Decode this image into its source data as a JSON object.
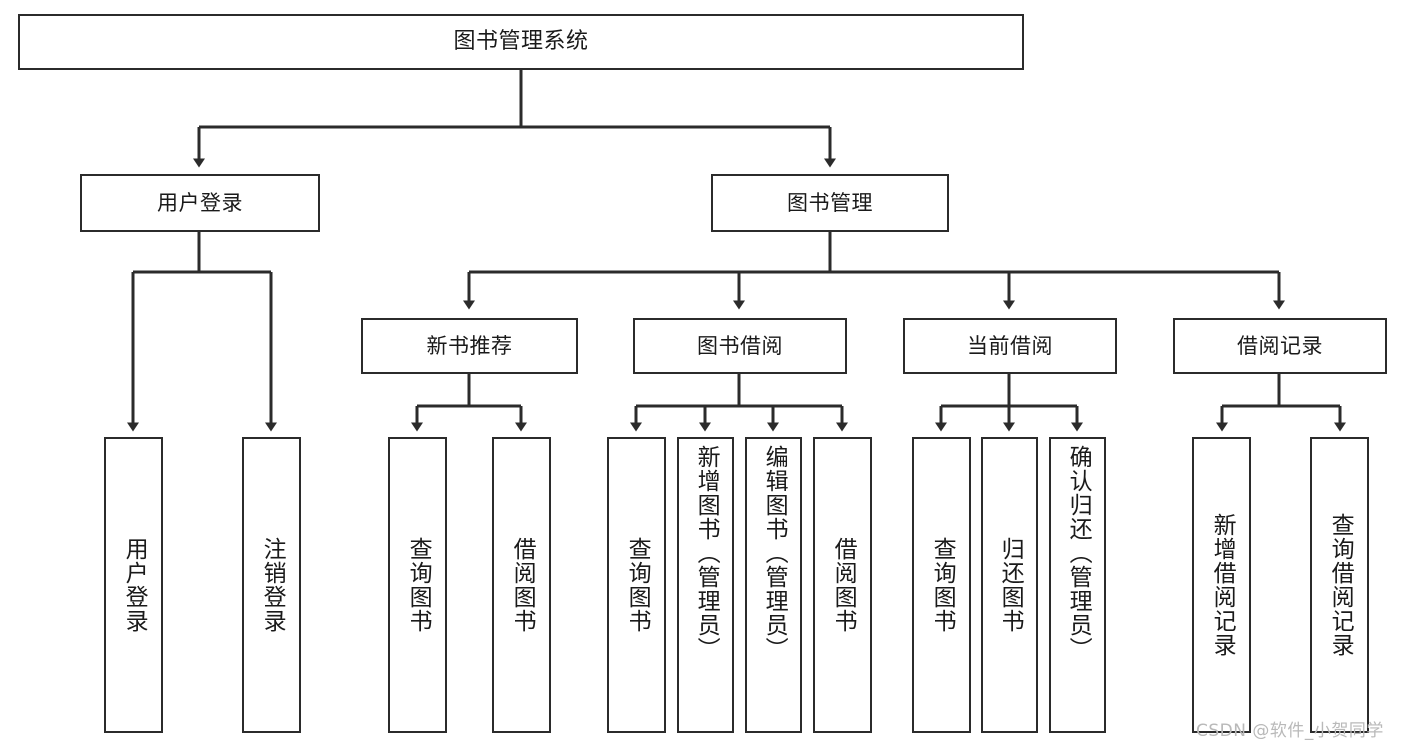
{
  "diagram": {
    "type": "tree-hierarchy",
    "title": "图书管理系统",
    "watermark": "CSDN @软件_小贺同学",
    "colors": {
      "background": "#ffffff",
      "border": "#2b2b2b",
      "text": "#1a1a1a",
      "connector": "#2b2b2b",
      "watermark": "#b9b9b9"
    },
    "root": {
      "label": "图书管理系统"
    },
    "level2": [
      {
        "id": "user-login",
        "label": "用户登录"
      },
      {
        "id": "book-management",
        "label": "图书管理"
      }
    ],
    "level3": [
      {
        "id": "new-book-recommend",
        "label": "新书推荐",
        "parent": "book-management"
      },
      {
        "id": "book-borrow",
        "label": "图书借阅",
        "parent": "book-management"
      },
      {
        "id": "current-borrow",
        "label": "当前借阅",
        "parent": "book-management"
      },
      {
        "id": "borrow-record",
        "label": "借阅记录",
        "parent": "book-management"
      }
    ],
    "leaves": {
      "user-login": [
        {
          "id": "leaf-user-login",
          "label": "用户登录"
        },
        {
          "id": "leaf-logout",
          "label": "注销登录"
        }
      ],
      "new-book-recommend": [
        {
          "id": "leaf-query-book-1",
          "label": "查询图书"
        },
        {
          "id": "leaf-borrow-book-1",
          "label": "借阅图书"
        }
      ],
      "book-borrow": [
        {
          "id": "leaf-query-book-2",
          "label": "查询图书"
        },
        {
          "id": "leaf-add-book",
          "label": "新增图书（管理员）"
        },
        {
          "id": "leaf-edit-book",
          "label": "编辑图书（管理员）"
        },
        {
          "id": "leaf-borrow-book-2",
          "label": "借阅图书"
        }
      ],
      "current-borrow": [
        {
          "id": "leaf-query-book-3",
          "label": "查询图书"
        },
        {
          "id": "leaf-return-book",
          "label": "归还图书"
        },
        {
          "id": "leaf-confirm-return",
          "label": "确认归还（管理员）"
        }
      ],
      "borrow-record": [
        {
          "id": "leaf-add-record",
          "label": "新增借阅记录"
        },
        {
          "id": "leaf-query-record",
          "label": "查询借阅记录"
        }
      ]
    }
  }
}
